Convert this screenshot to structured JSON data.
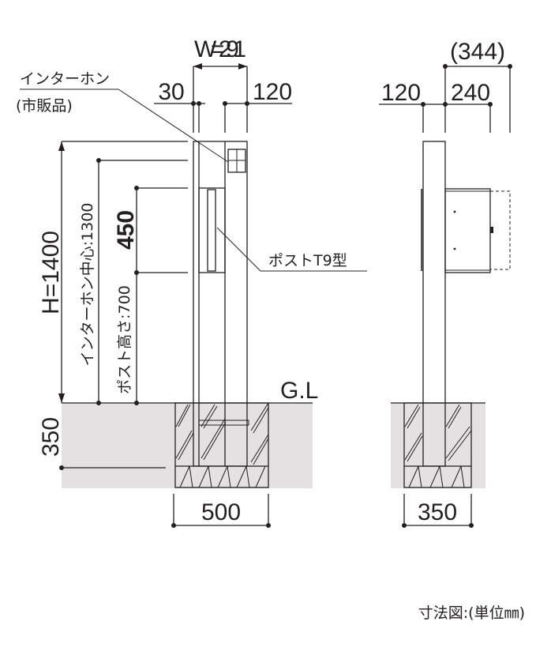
{
  "front_view": {
    "width_label": "W=291",
    "offset_left": "30",
    "offset_right": "120",
    "height_label": "H=1400",
    "intercom_center": "インターホン中心:1300",
    "mailbox_height": "450",
    "post_height": "ポスト高さ:700",
    "depth": "350",
    "footing_width": "500",
    "ground_level": "G.L",
    "intercom_label": "インターホン",
    "intercom_note": "(市販品)",
    "mailbox_label": "ポストT9型"
  },
  "side_view": {
    "total_depth": "(344)",
    "post_depth": "120",
    "mailbox_depth": "240",
    "footing_width": "350"
  },
  "caption": "寸法図:(単位㎜)",
  "colors": {
    "line": "#231f20",
    "ground": "#e3e1e1"
  }
}
